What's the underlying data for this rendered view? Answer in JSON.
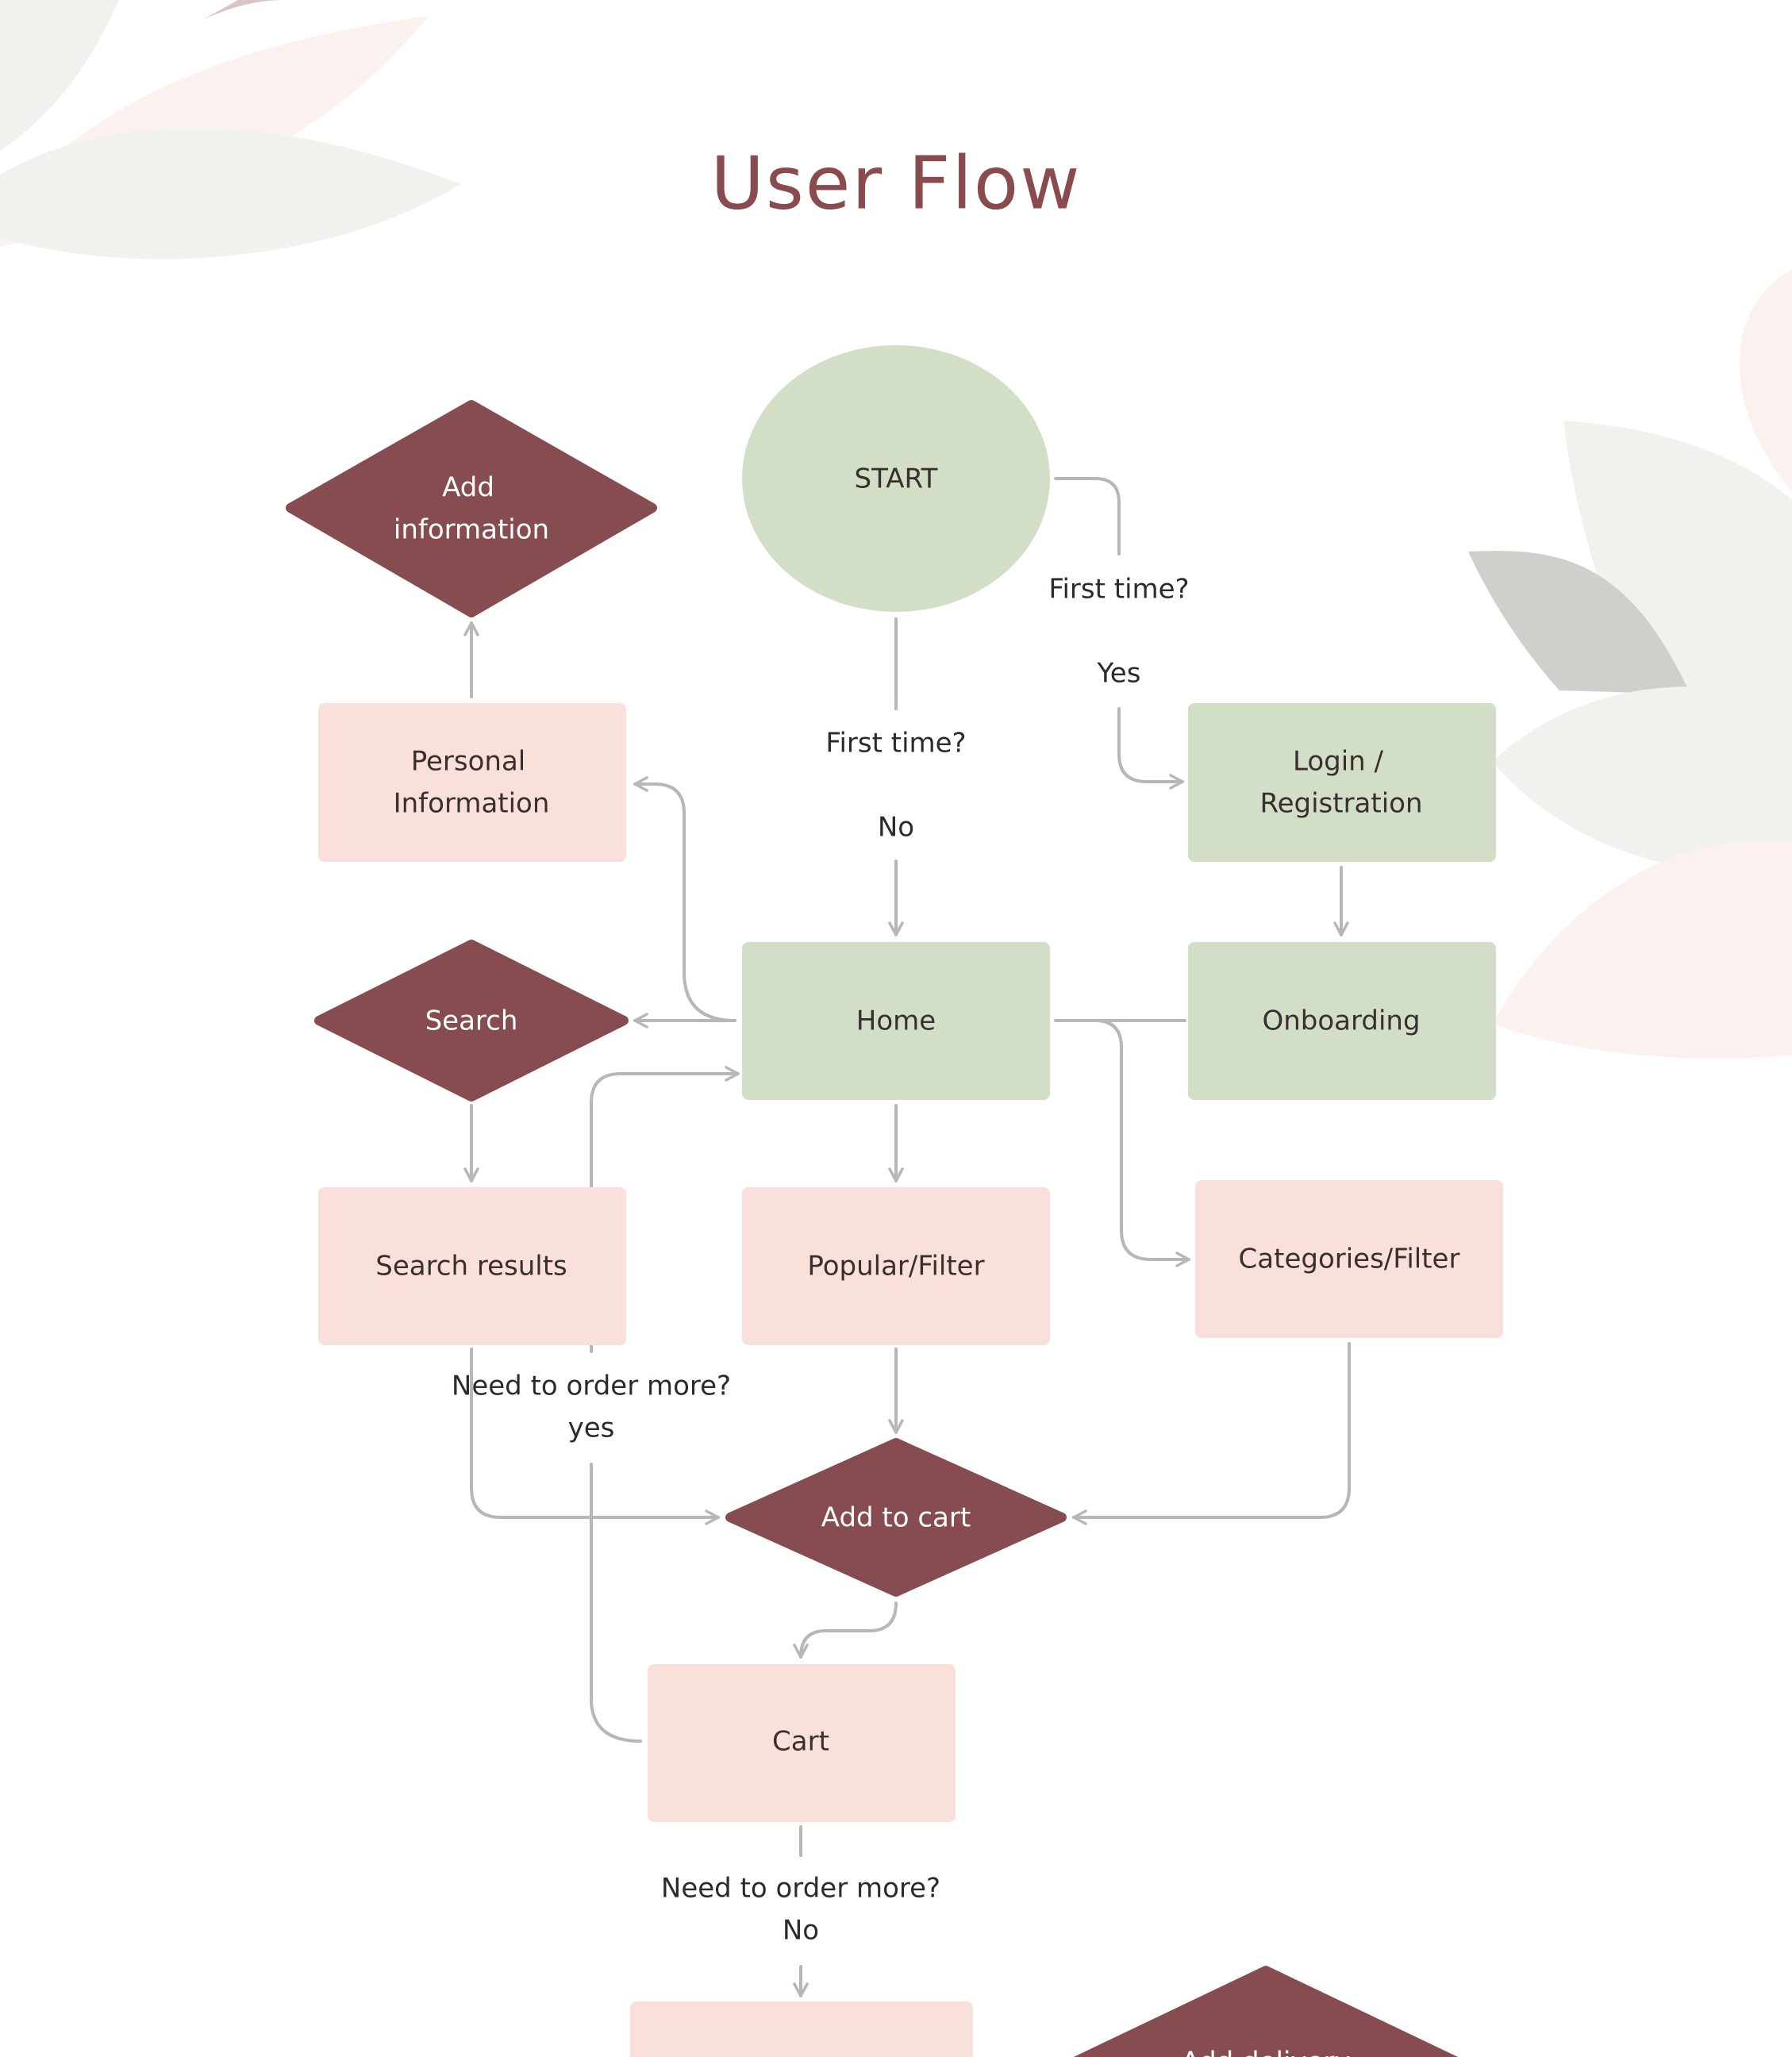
{
  "title": "User Flow",
  "colors": {
    "maroon": "#874c4f",
    "sage": "#d3dec7",
    "blush": "#fae0da",
    "connector": "#b9b6b6",
    "title": "#8a4b4e"
  },
  "nodes": {
    "start": "START",
    "add_information": [
      "Add",
      "information"
    ],
    "personal_information": [
      "Personal",
      "Information"
    ],
    "login_registration": [
      "Login /",
      "Registration"
    ],
    "home": "Home",
    "search": "Search",
    "onboarding": "Onboarding",
    "search_results": "Search results",
    "popular_filter": "Popular/Filter",
    "categories_filter": "Categories/Filter",
    "add_to_cart": "Add to cart",
    "cart": "Cart",
    "add_delivery": "Add delivery"
  },
  "edge_labels": {
    "first_time_right": "First time?",
    "yes": "Yes",
    "first_time_center": "First time?",
    "no": "No",
    "need_more_yes_q": "Need to order more?",
    "need_more_yes_a": "yes",
    "need_more_no_q": "Need to order more?",
    "need_more_no_a": "No"
  }
}
